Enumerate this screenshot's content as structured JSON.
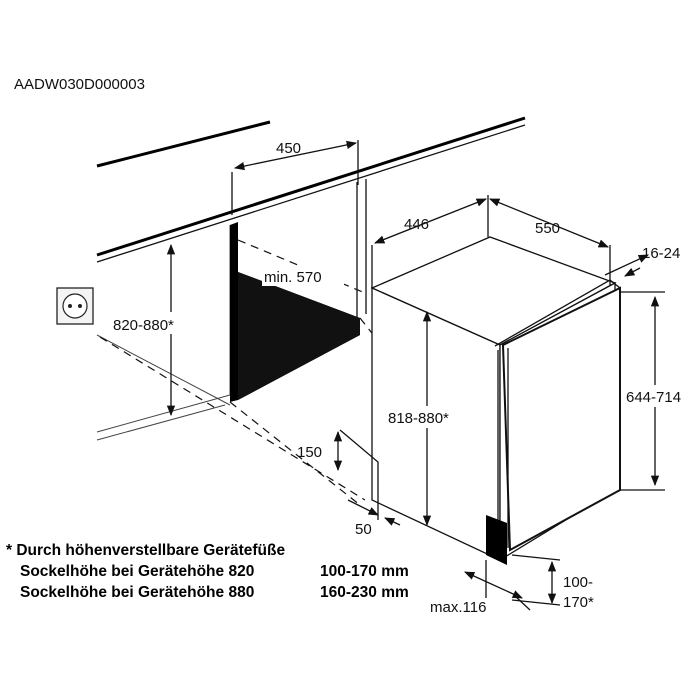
{
  "document_code": "AADW030D000003",
  "dimensions": {
    "cabinet_width": "450",
    "depth_a": "446",
    "depth_b": "550",
    "door_gap": "16-24",
    "niche_height": "820-880*",
    "min_depth": "min. 570",
    "appliance_height": "818-880*",
    "door_height": "644-714",
    "plinth_cutout": "150",
    "plinth_offset": "50",
    "plinth_height_line1": "100-",
    "plinth_height_line2": "170*",
    "max_depth_plinth": "max.116"
  },
  "footnote": {
    "line1": "* Durch höhenverstellbare Gerätefüße",
    "line2_label": "Sockelhöhe bei Gerätehöhe 820",
    "line2_value": "100-170 mm",
    "line3_label": "Sockelhöhe bei Gerätehöhe 880",
    "line3_value": "160-230 mm"
  },
  "icons": {
    "socket": "power-socket-icon"
  }
}
